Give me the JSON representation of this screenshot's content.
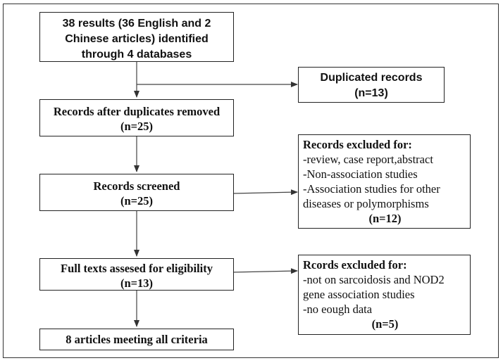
{
  "flowchart": {
    "identified": {
      "lines": [
        "38 results (36 English and 2",
        "Chinese articles) identified",
        "through 4 databases"
      ]
    },
    "duplicates": {
      "title": "Duplicated records",
      "count": "(n=13)"
    },
    "after_duplicates": {
      "title": "Records after duplicates removed",
      "count": "(n=25)"
    },
    "screened": {
      "title": "Records screened",
      "count": "(n=25)"
    },
    "excluded_screening": {
      "title": "Records excluded for:",
      "reasons": [
        "-review, case report,abstract",
        "-Non-association studies",
        "-Association studies for other",
        "diseases or polymorphisms"
      ],
      "count": "(n=12)"
    },
    "full_text": {
      "title": "Full texts assesed for eligibility",
      "count": "(n=13)"
    },
    "excluded_full_text": {
      "title": "Rcords excluded for:",
      "reasons": [
        "-not on sarcoidosis and NOD2",
        "gene association studies",
        "-no eough data"
      ],
      "count": "(n=5)"
    },
    "included": {
      "title": "8 articles meeting all criteria"
    }
  }
}
